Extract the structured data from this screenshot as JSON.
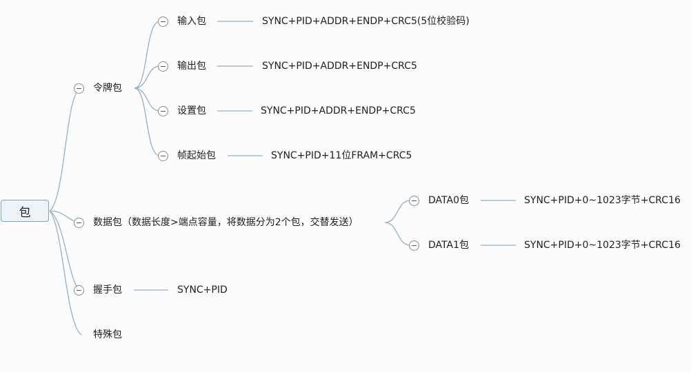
{
  "root": {
    "label": "包"
  },
  "token": {
    "label": "令牌包",
    "children": [
      {
        "label": "输入包",
        "detail": "SYNC+PID+ADDR+ENDP+CRC5(5位校验码)"
      },
      {
        "label": "输出包",
        "detail": "SYNC+PID+ADDR+ENDP+CRC5"
      },
      {
        "label": "设置包",
        "detail": "SYNC+PID+ADDR+ENDP+CRC5"
      },
      {
        "label": "帧起始包",
        "detail": "SYNC+PID+11位FRAM+CRC5"
      }
    ]
  },
  "data_pkt": {
    "label": "数据包（数据长度>端点容量，将数据分为2个包，交替发送）",
    "children": [
      {
        "label": "DATA0包",
        "detail": "SYNC+PID+0~1023字节+CRC16"
      },
      {
        "label": "DATA1包",
        "detail": "SYNC+PID+0~1023字节+CRC16"
      }
    ]
  },
  "handshake": {
    "label": "握手包",
    "detail": "SYNC+PID"
  },
  "special": {
    "label": "特殊包"
  },
  "colors": {
    "line": "#8fb0c9",
    "root_border": "#7fa2c0",
    "root_fill": "#eef3f8"
  }
}
